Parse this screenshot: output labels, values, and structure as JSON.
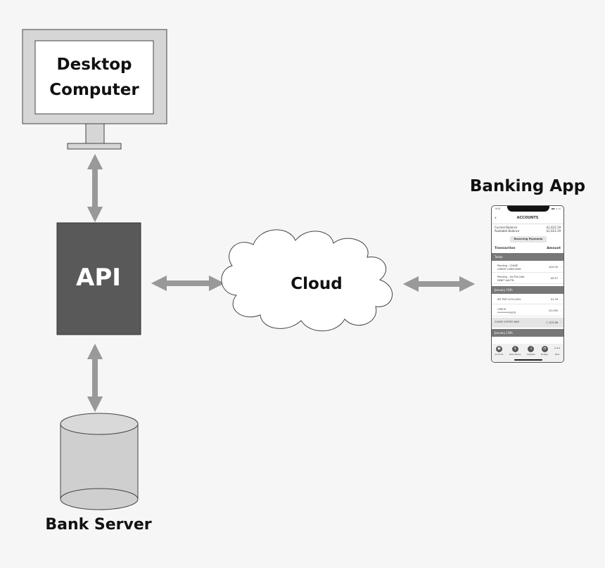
{
  "nodes": {
    "desktop": {
      "line1": "Desktop",
      "line2": "Computer"
    },
    "api": {
      "label": "API"
    },
    "cloud": {
      "label": "Cloud"
    },
    "bank_server": {
      "label": "Bank Server"
    },
    "banking_app": {
      "label": "Banking App"
    }
  },
  "colors": {
    "background": "#f6f6f6",
    "api_fill": "#595959",
    "arrow": "#999999",
    "monitor_frame": "#d6d6d6",
    "cylinder_fill": "#cfcfcf"
  },
  "phone": {
    "status_time": "9:41",
    "status_icons": "▪▪ ≈ ▭",
    "back_icon": "‹",
    "header": "ACCOUNTS",
    "current_balance_label": "Current Balance",
    "current_balance_value": "$1,023.19",
    "available_balance_label": "Available Balance",
    "available_balance_value": "$1,023.19",
    "recurring_button": "Recurring Payments",
    "col_transaction": "Transaction",
    "col_amount": "Amount",
    "sections": [
      "Today",
      "January 15th",
      "January 13th"
    ],
    "transactions": [
      {
        "line1": "Pending - CHASE",
        "line2": "CREDIT CARD EPAY",
        "amount": "-$20.00"
      },
      {
        "line1": "Pending - SA-TFA-Cafe",
        "line2": "DEBIT XACTN",
        "amount": "-$9.57"
      },
      {
        "line1": "INT PMT 0/15-0/0%",
        "line2": "",
        "amount": "$1.39"
      },
      {
        "line1": "CHECK",
        "line2": "**********0075",
        "amount": "-$1.000"
      },
      {
        "line1": "CUVEE COFFEE BAR",
        "line2": "",
        "amount": "$12.86"
      }
    ],
    "chevron": "›",
    "info_icon": "ⓘ",
    "nav": [
      {
        "icon": "▣",
        "label": "Accounts"
      },
      {
        "icon": "$",
        "label": "Move Money"
      },
      {
        "icon": "↓",
        "label": "Deposits"
      },
      {
        "icon": "◔",
        "label": "Budget"
      },
      {
        "icon": "•••",
        "label": "More"
      }
    ]
  }
}
